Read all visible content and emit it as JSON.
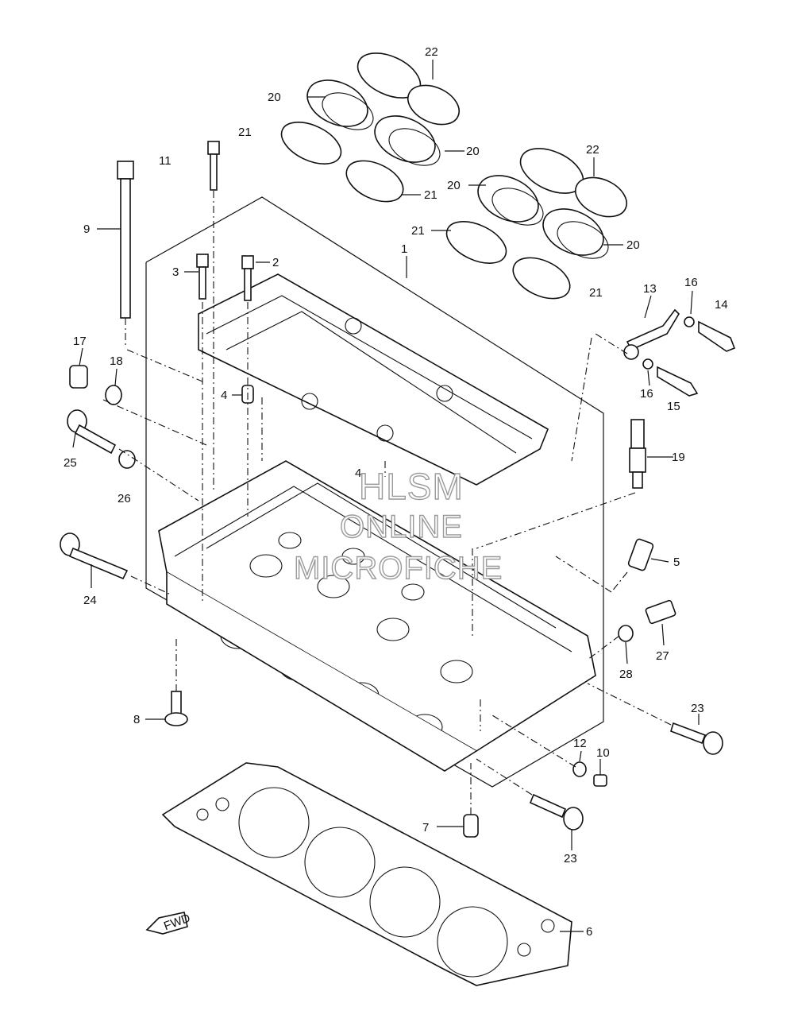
{
  "callouts": [
    "1",
    "2",
    "3",
    "4",
    "4",
    "5",
    "6",
    "7",
    "8",
    "9",
    "10",
    "11",
    "12",
    "13",
    "14",
    "15",
    "16",
    "16",
    "17",
    "18",
    "19",
    "20",
    "20",
    "20",
    "20",
    "21",
    "21",
    "21",
    "21",
    "22",
    "22",
    "23",
    "23",
    "24",
    "25",
    "26",
    "27",
    "28"
  ],
  "watermark": {
    "line1": "HLSM",
    "line2": "ONLINE",
    "line3": "MICROFICHE"
  },
  "fwd_label": "FWD"
}
